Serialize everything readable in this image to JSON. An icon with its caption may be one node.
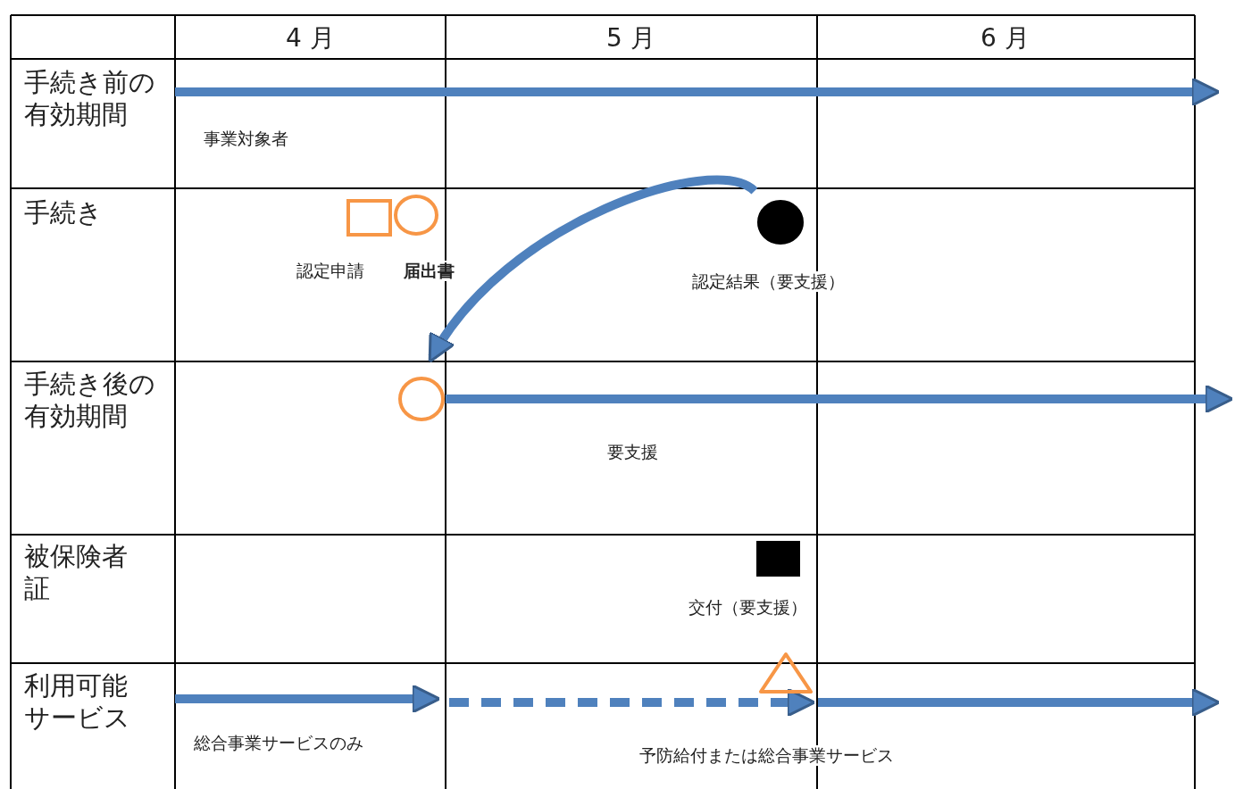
{
  "diagram": {
    "nodes": [
      {
        "text": [],
        "shape": "box",
        "beside": [
          "認定申請"
        ]
      },
      {
        "text": [],
        "shape": "circle",
        "beside": [
          "届出書"
        ]
      },
      {
        "text": [],
        "shape": "circle",
        "beside": [
          "認定結果（要支援）"
        ]
      },
      {
        "text": [],
        "shape": "circle"
      },
      {
        "text": [],
        "shape": "box",
        "beside": [
          "交付（要支援）"
        ]
      },
      {
        "text": [],
        "shape": "triangle"
      }
    ],
    "edges": [
      {
        "from": 2,
        "to": 3,
        "arrow": "to"
      },
      {
        "from": 3,
        "to": null,
        "arrow": "to"
      }
    ],
    "labels": [
      "4 月",
      "5 月",
      "6 月",
      "手続き前の有効期間",
      "事業対象者",
      "手続き",
      "手続き後の有効期間",
      "要支援",
      "被保険者証",
      "利用可能サービス",
      "総合事業サービスのみ",
      "予防給付または総合事業サービス"
    ]
  }
}
